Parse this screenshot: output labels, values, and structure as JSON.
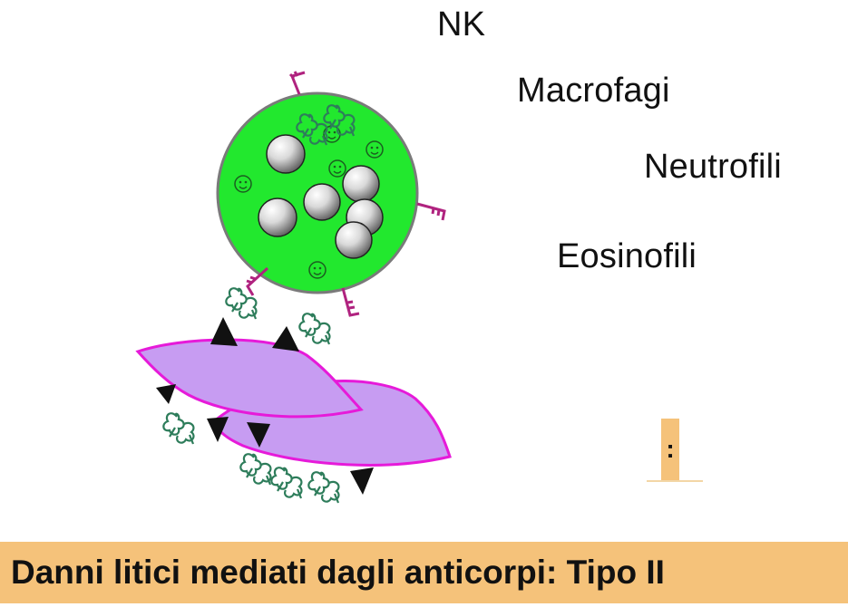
{
  "labels": {
    "nk": "NK",
    "macrofagi": "Macrofagi",
    "neutrofili": "Neutrofili",
    "eosinofili": "Eosinofili"
  },
  "side_tag": ":",
  "caption": "Danni litici mediati dagli anticorpi: Tipo II",
  "colors": {
    "effector_cell": "#22e82e",
    "target_cell": "#c79cf2",
    "target_outline": "#e61ad9",
    "antibody": "#2e7d5b",
    "receptor": "#b0237f",
    "banner": "#f5c27a"
  }
}
